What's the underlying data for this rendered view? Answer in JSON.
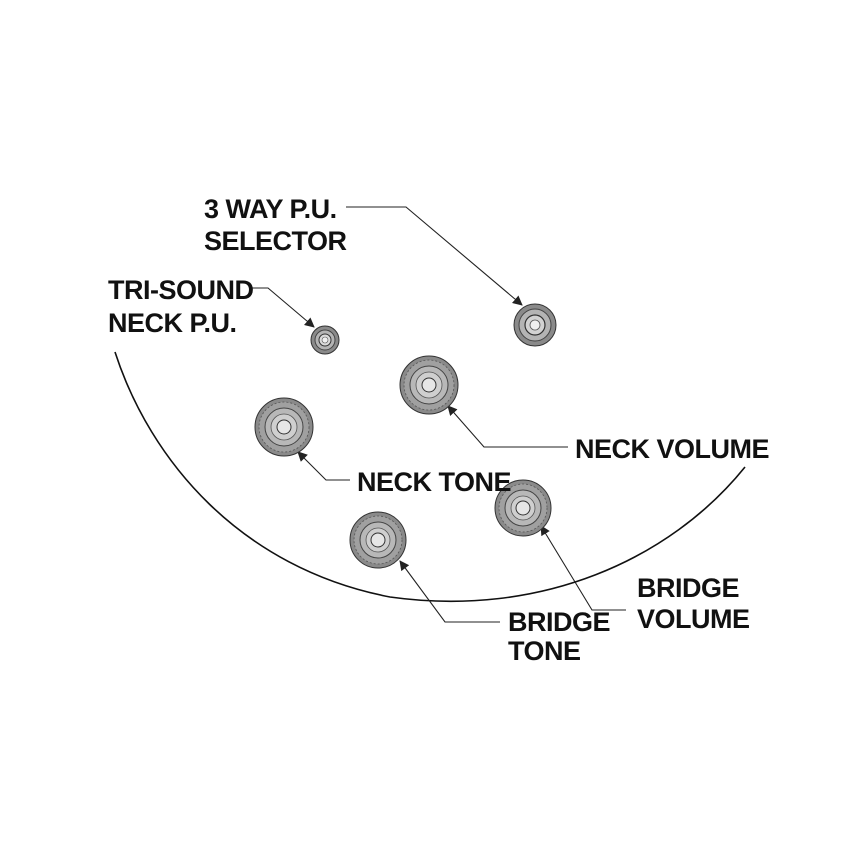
{
  "diagram": {
    "colors": {
      "knob_outer": "#8a8a8a",
      "knob_mid": "#a8a8a8",
      "knob_light": "#c4c4c4",
      "knob_center": "#e6e6e6",
      "line": "#222222",
      "text": "#111111"
    },
    "labels": {
      "selector_line1": "3 WAY P.U.",
      "selector_line2": "SELECTOR",
      "trisound_line1": "TRI-SOUND",
      "trisound_line2": "NECK P.U.",
      "neck_volume": "NECK VOLUME",
      "neck_tone": "NECK TONE",
      "bridge_volume_line1": "BRIDGE",
      "bridge_volume_line2": "VOLUME",
      "bridge_tone_line1": "BRIDGE",
      "bridge_tone_line2": "TONE"
    }
  }
}
